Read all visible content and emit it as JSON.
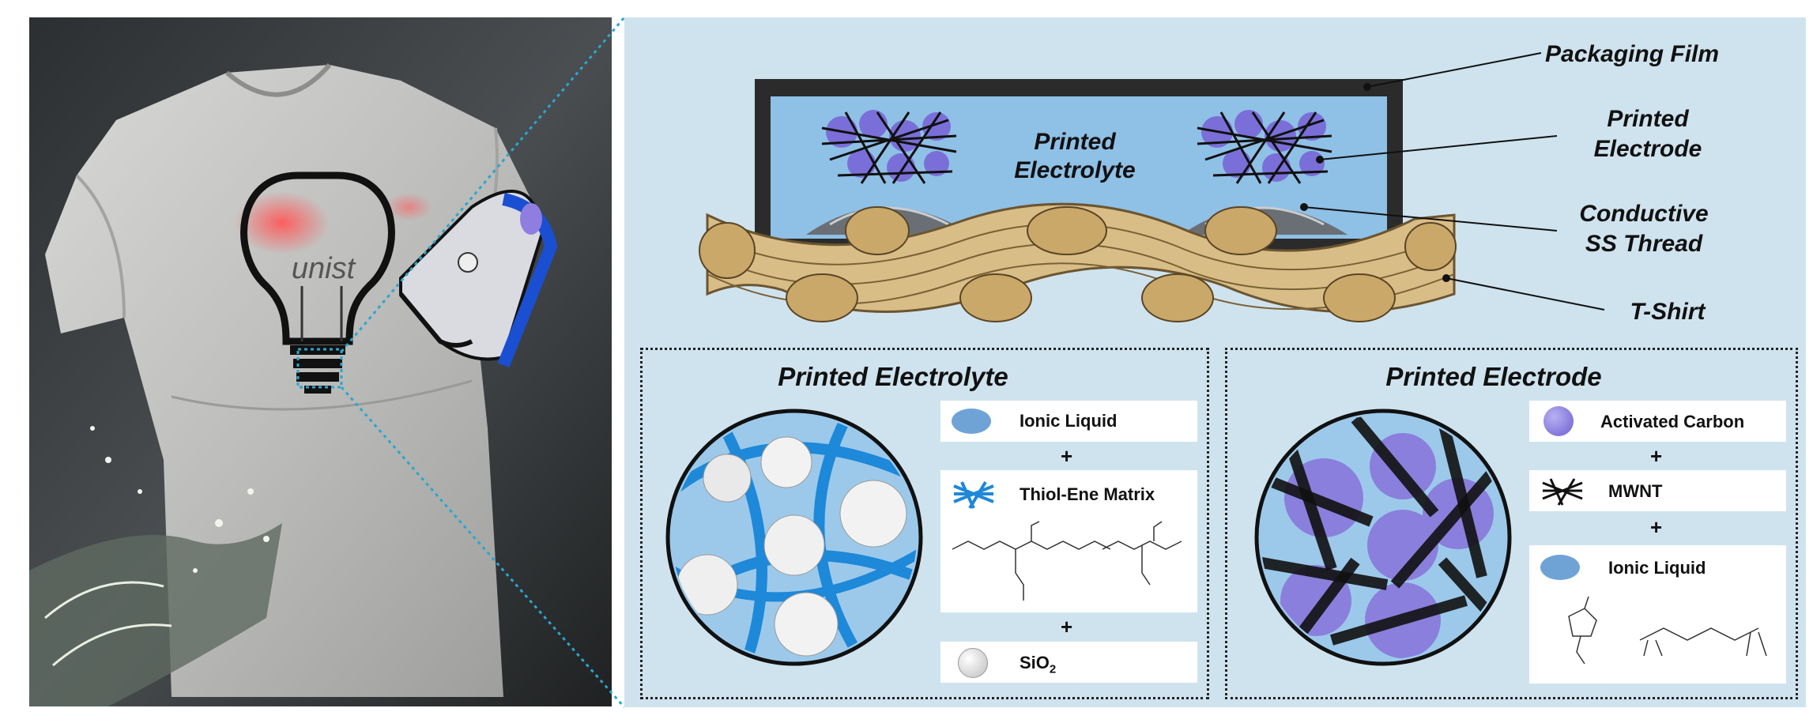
{
  "photo": {
    "bulb_text": "unist"
  },
  "device": {
    "labels": {
      "packaging_film": "Packaging Film",
      "printed_electrode_line1": "Printed",
      "printed_electrode_line2": "Electrode",
      "conductive_line1": "Conductive",
      "conductive_line2": "SS Thread",
      "tshirt": "T-Shirt",
      "electrolyte_line1": "Printed",
      "electrolyte_line2": "Electrolyte"
    }
  },
  "electrolyte_panel": {
    "title": "Printed Electrolyte",
    "items": {
      "ionic_liquid": "Ionic Liquid",
      "thiol_ene": "Thiol-Ene Matrix",
      "sio2_main": "SiO",
      "sio2_sub": "2"
    },
    "plus": "+"
  },
  "electrode_panel": {
    "title": "Printed Electrode",
    "items": {
      "activated_carbon": "Activated Carbon",
      "mwnt": "MWNT",
      "ionic_liquid": "Ionic Liquid"
    },
    "plus": "+"
  },
  "colors": {
    "background_panel": "#cfe3ee",
    "ionic_liquid": "#6fa3d6",
    "activated_carbon": "#8a7fdc",
    "thiol_ene": "#1e88d9",
    "tshirt_thread": "#d8bb85",
    "dotted_line": "#2aa6cf"
  }
}
